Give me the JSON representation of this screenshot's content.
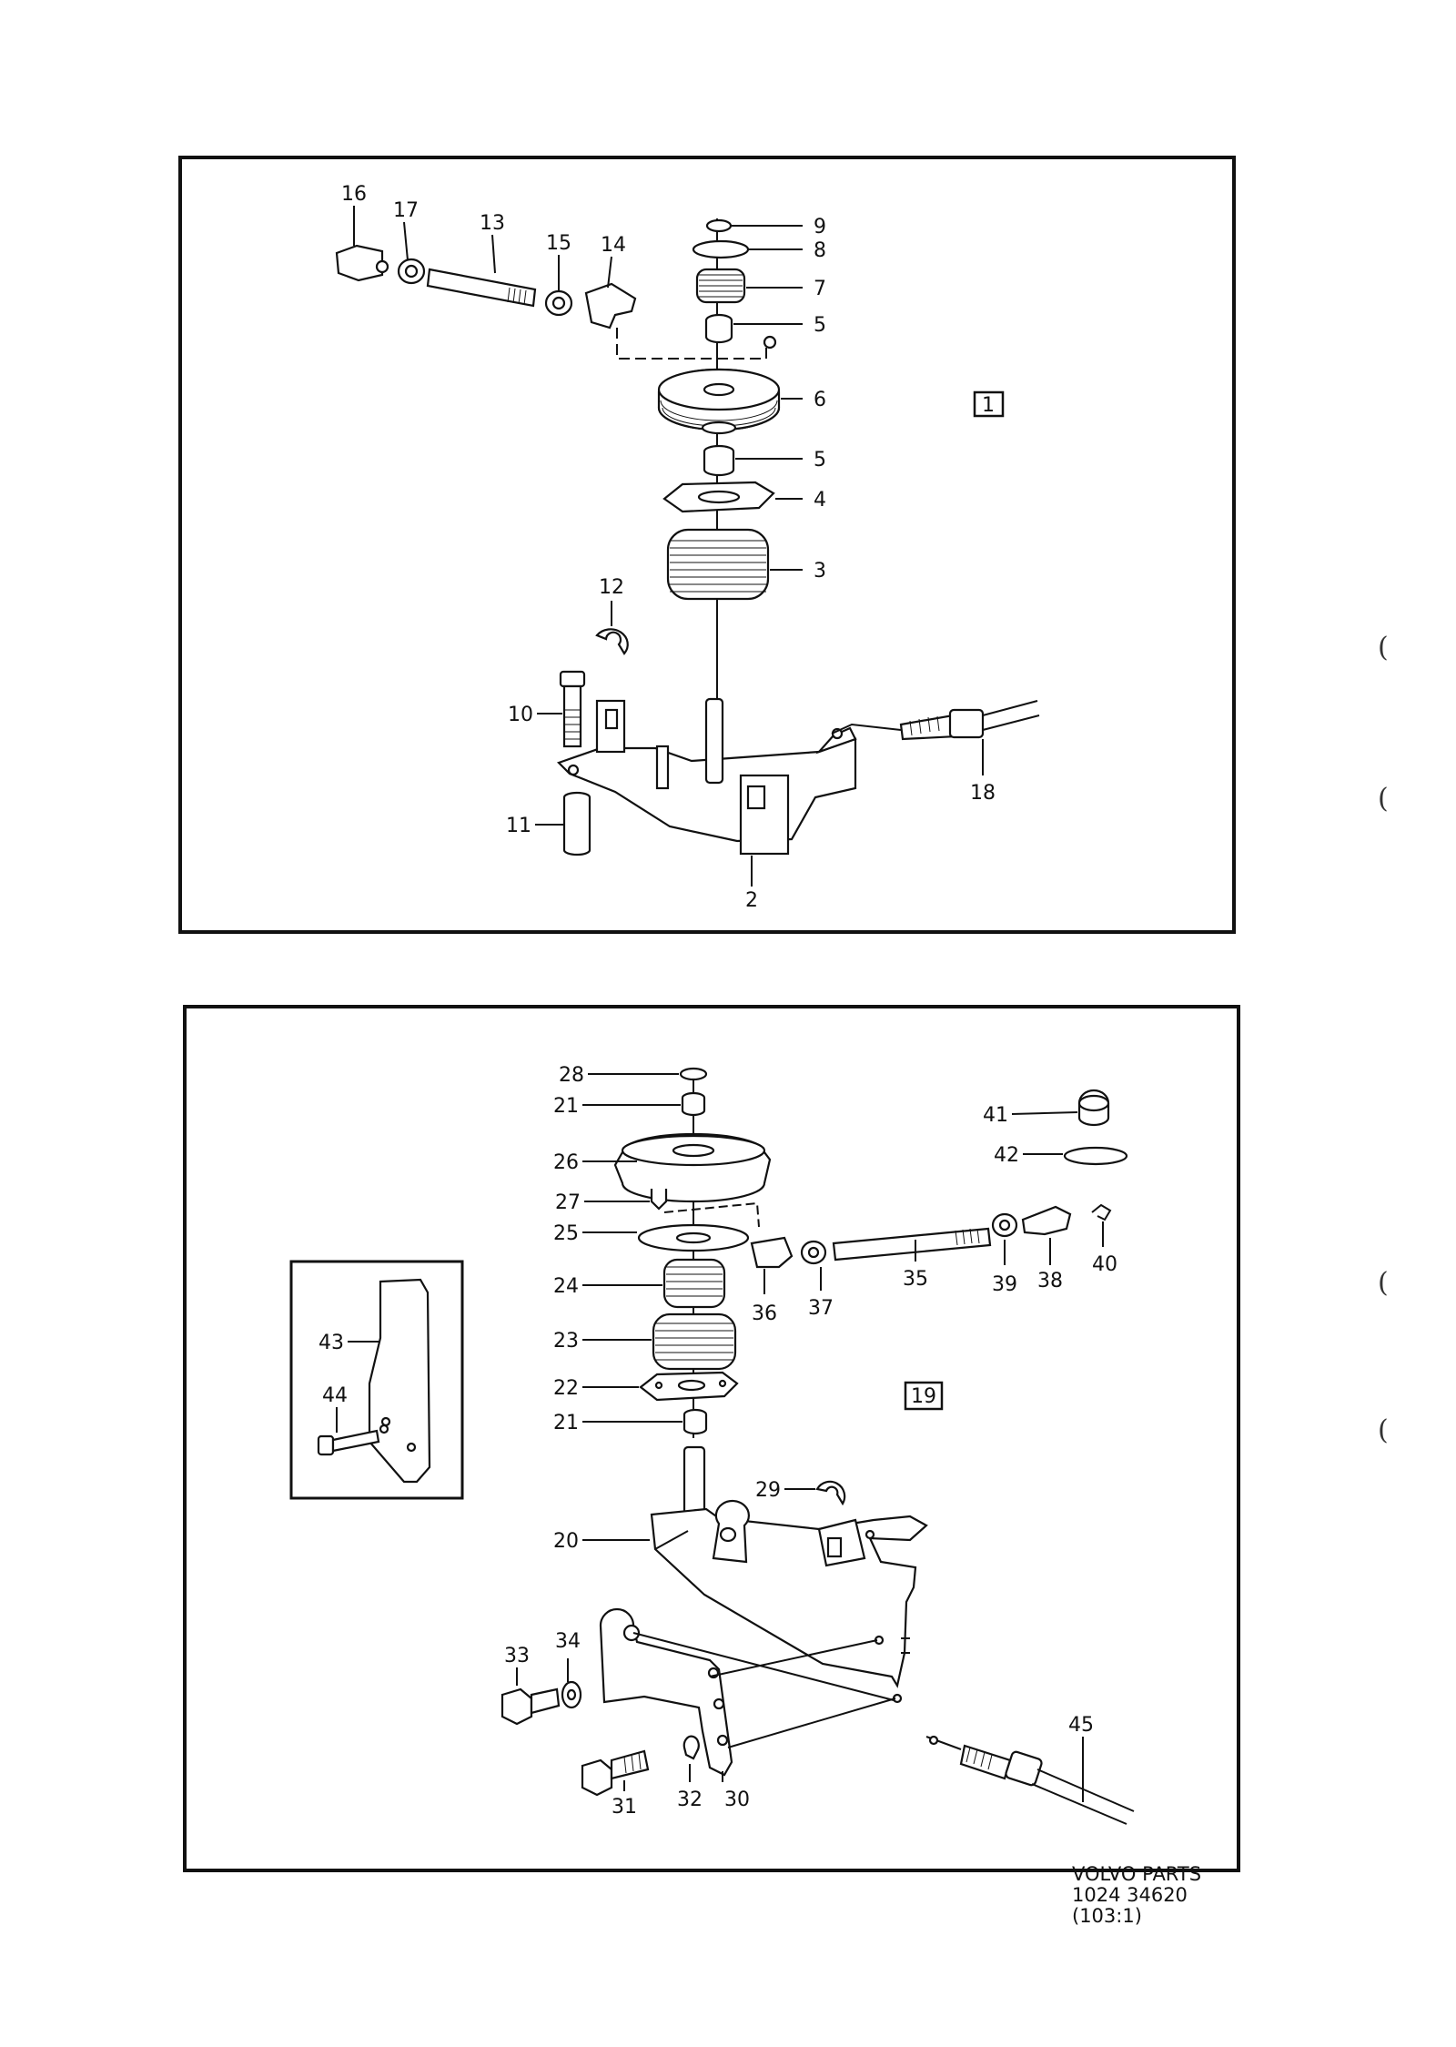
{
  "upper_diagram": {
    "group_badge": "1",
    "callouts": [
      "16",
      "17",
      "13",
      "15",
      "14",
      "9",
      "8",
      "7",
      "5",
      "6",
      "5",
      "4",
      "3",
      "12",
      "10",
      "11",
      "2",
      "18"
    ]
  },
  "lower_diagram": {
    "group_badge": "19",
    "callouts": [
      "28",
      "21",
      "26",
      "27",
      "25",
      "24",
      "23",
      "22",
      "21",
      "41",
      "42",
      "40",
      "38",
      "39",
      "35",
      "37",
      "36",
      "29",
      "20",
      "33",
      "34",
      "31",
      "32",
      "30",
      "45"
    ],
    "inset_callouts": [
      "43",
      "44"
    ]
  },
  "footer": {
    "line1": "VOLVO PARTS",
    "line2": "1024 34620",
    "line3": "(103:1)"
  }
}
